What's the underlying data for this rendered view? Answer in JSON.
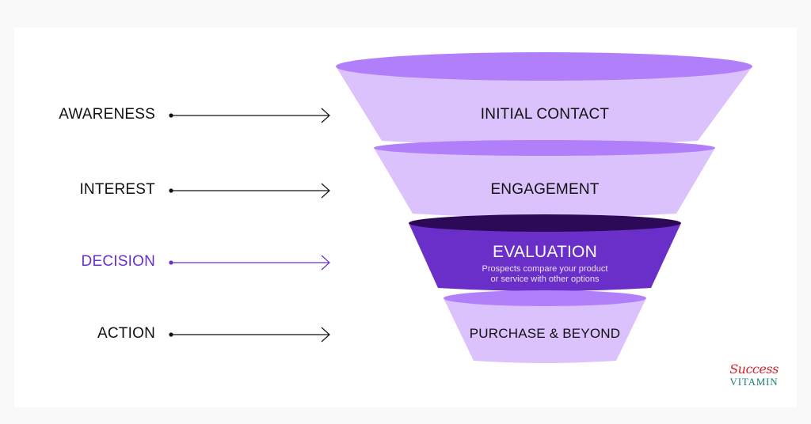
{
  "stages": [
    {
      "label": "AWARENESS",
      "highlight": false
    },
    {
      "label": "INTEREST",
      "highlight": false
    },
    {
      "label": "DECISION",
      "highlight": true
    },
    {
      "label": "ACTION",
      "highlight": false
    }
  ],
  "funnel": {
    "tiers": [
      {
        "title": "INITIAL CONTACT",
        "description": "",
        "style": "light"
      },
      {
        "title": "ENGAGEMENT",
        "description": "",
        "style": "light"
      },
      {
        "title": "EVALUATION",
        "description_lines": [
          "Prospects compare your product",
          "or service with other options"
        ],
        "style": "dark"
      },
      {
        "title": "PURCHASE & BEYOND",
        "description": "",
        "style": "light"
      }
    ]
  },
  "colors": {
    "tier_light_body": "#dcc2fd",
    "tier_light_top": "#b27ffa",
    "tier_dark_body": "#6a2fc8",
    "tier_dark_top": "#2d0a57",
    "highlight_text": "#6b2fc9",
    "arrow_default": "#111111"
  },
  "logo": {
    "script": "Success",
    "word": "VITAMIN"
  }
}
